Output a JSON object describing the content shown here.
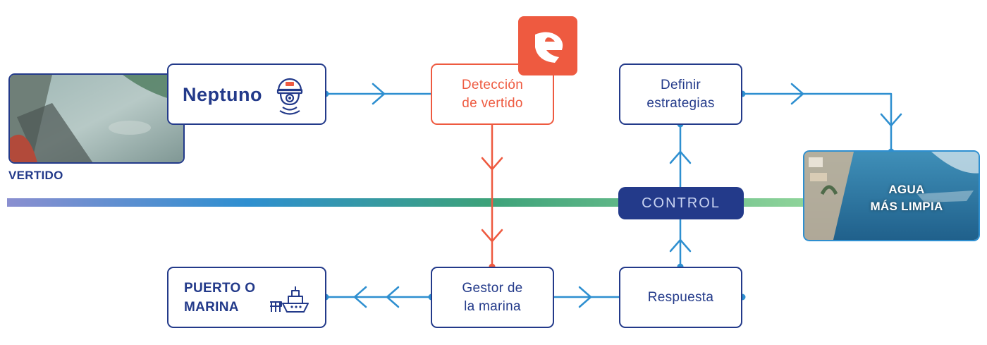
{
  "nodes": {
    "neptuno": {
      "label": "Neptuno"
    },
    "deteccion": {
      "line1": "Detección",
      "line2": "de vertido"
    },
    "definir": {
      "line1": "Definir",
      "line2": "estrategias"
    },
    "puerto": {
      "line1": "PUERTO O",
      "line2": "MARINA"
    },
    "gestor": {
      "line1": "Gestor de",
      "line2": "la marina"
    },
    "respuesta": {
      "label": "Respuesta"
    }
  },
  "labels": {
    "vertido": "VERTIDO",
    "control": "CONTROL",
    "agua_line1": "AGUA",
    "agua_line2": "MÁS LIMPIA"
  },
  "icons": {
    "neptuno": "camera-sensor-icon",
    "puerto": "ship-icon",
    "logo": "brand-logo-icon"
  },
  "colors": {
    "navy": "#233a8a",
    "flow_blue": "#2e8fd0",
    "alert_red": "#ee5a40",
    "gradient_start": "#8a8fd0",
    "gradient_mid": "#2e8fd0",
    "gradient_green": "#3da27a",
    "gradient_end": "#8fd49a"
  }
}
